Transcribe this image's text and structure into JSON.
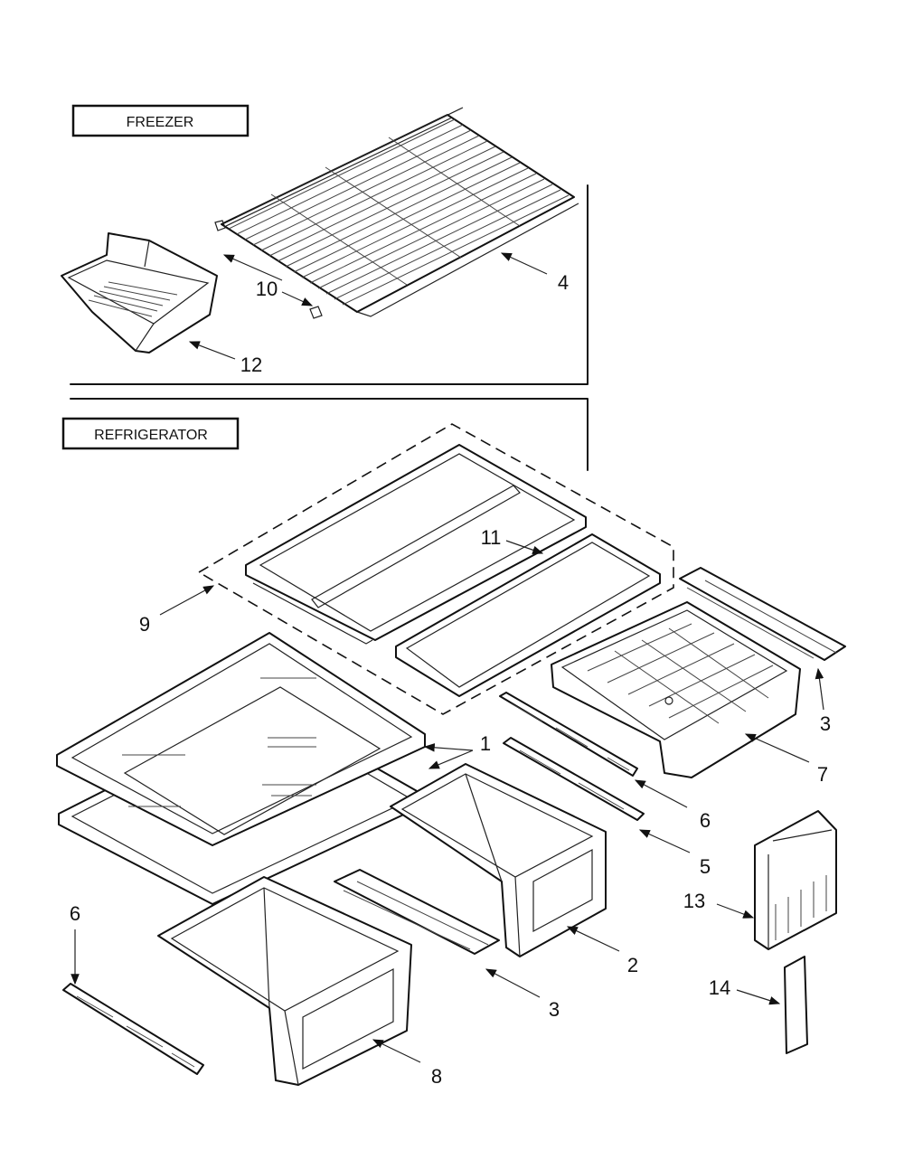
{
  "sections": {
    "freezer": "FREEZER",
    "refrigerator": "REFRIGERATOR"
  },
  "callouts": [
    {
      "id": "c10",
      "text": "10"
    },
    {
      "id": "c4",
      "text": "4"
    },
    {
      "id": "c12",
      "text": "12"
    },
    {
      "id": "c11",
      "text": "11"
    },
    {
      "id": "c9",
      "text": "9"
    },
    {
      "id": "c3a",
      "text": "3"
    },
    {
      "id": "c1",
      "text": "1"
    },
    {
      "id": "c7",
      "text": "7"
    },
    {
      "id": "c6a",
      "text": "6"
    },
    {
      "id": "c5",
      "text": "5"
    },
    {
      "id": "c13",
      "text": "13"
    },
    {
      "id": "c2",
      "text": "2"
    },
    {
      "id": "c6b",
      "text": "6"
    },
    {
      "id": "c3b",
      "text": "3"
    },
    {
      "id": "c14",
      "text": "14"
    },
    {
      "id": "c8",
      "text": "8"
    }
  ]
}
